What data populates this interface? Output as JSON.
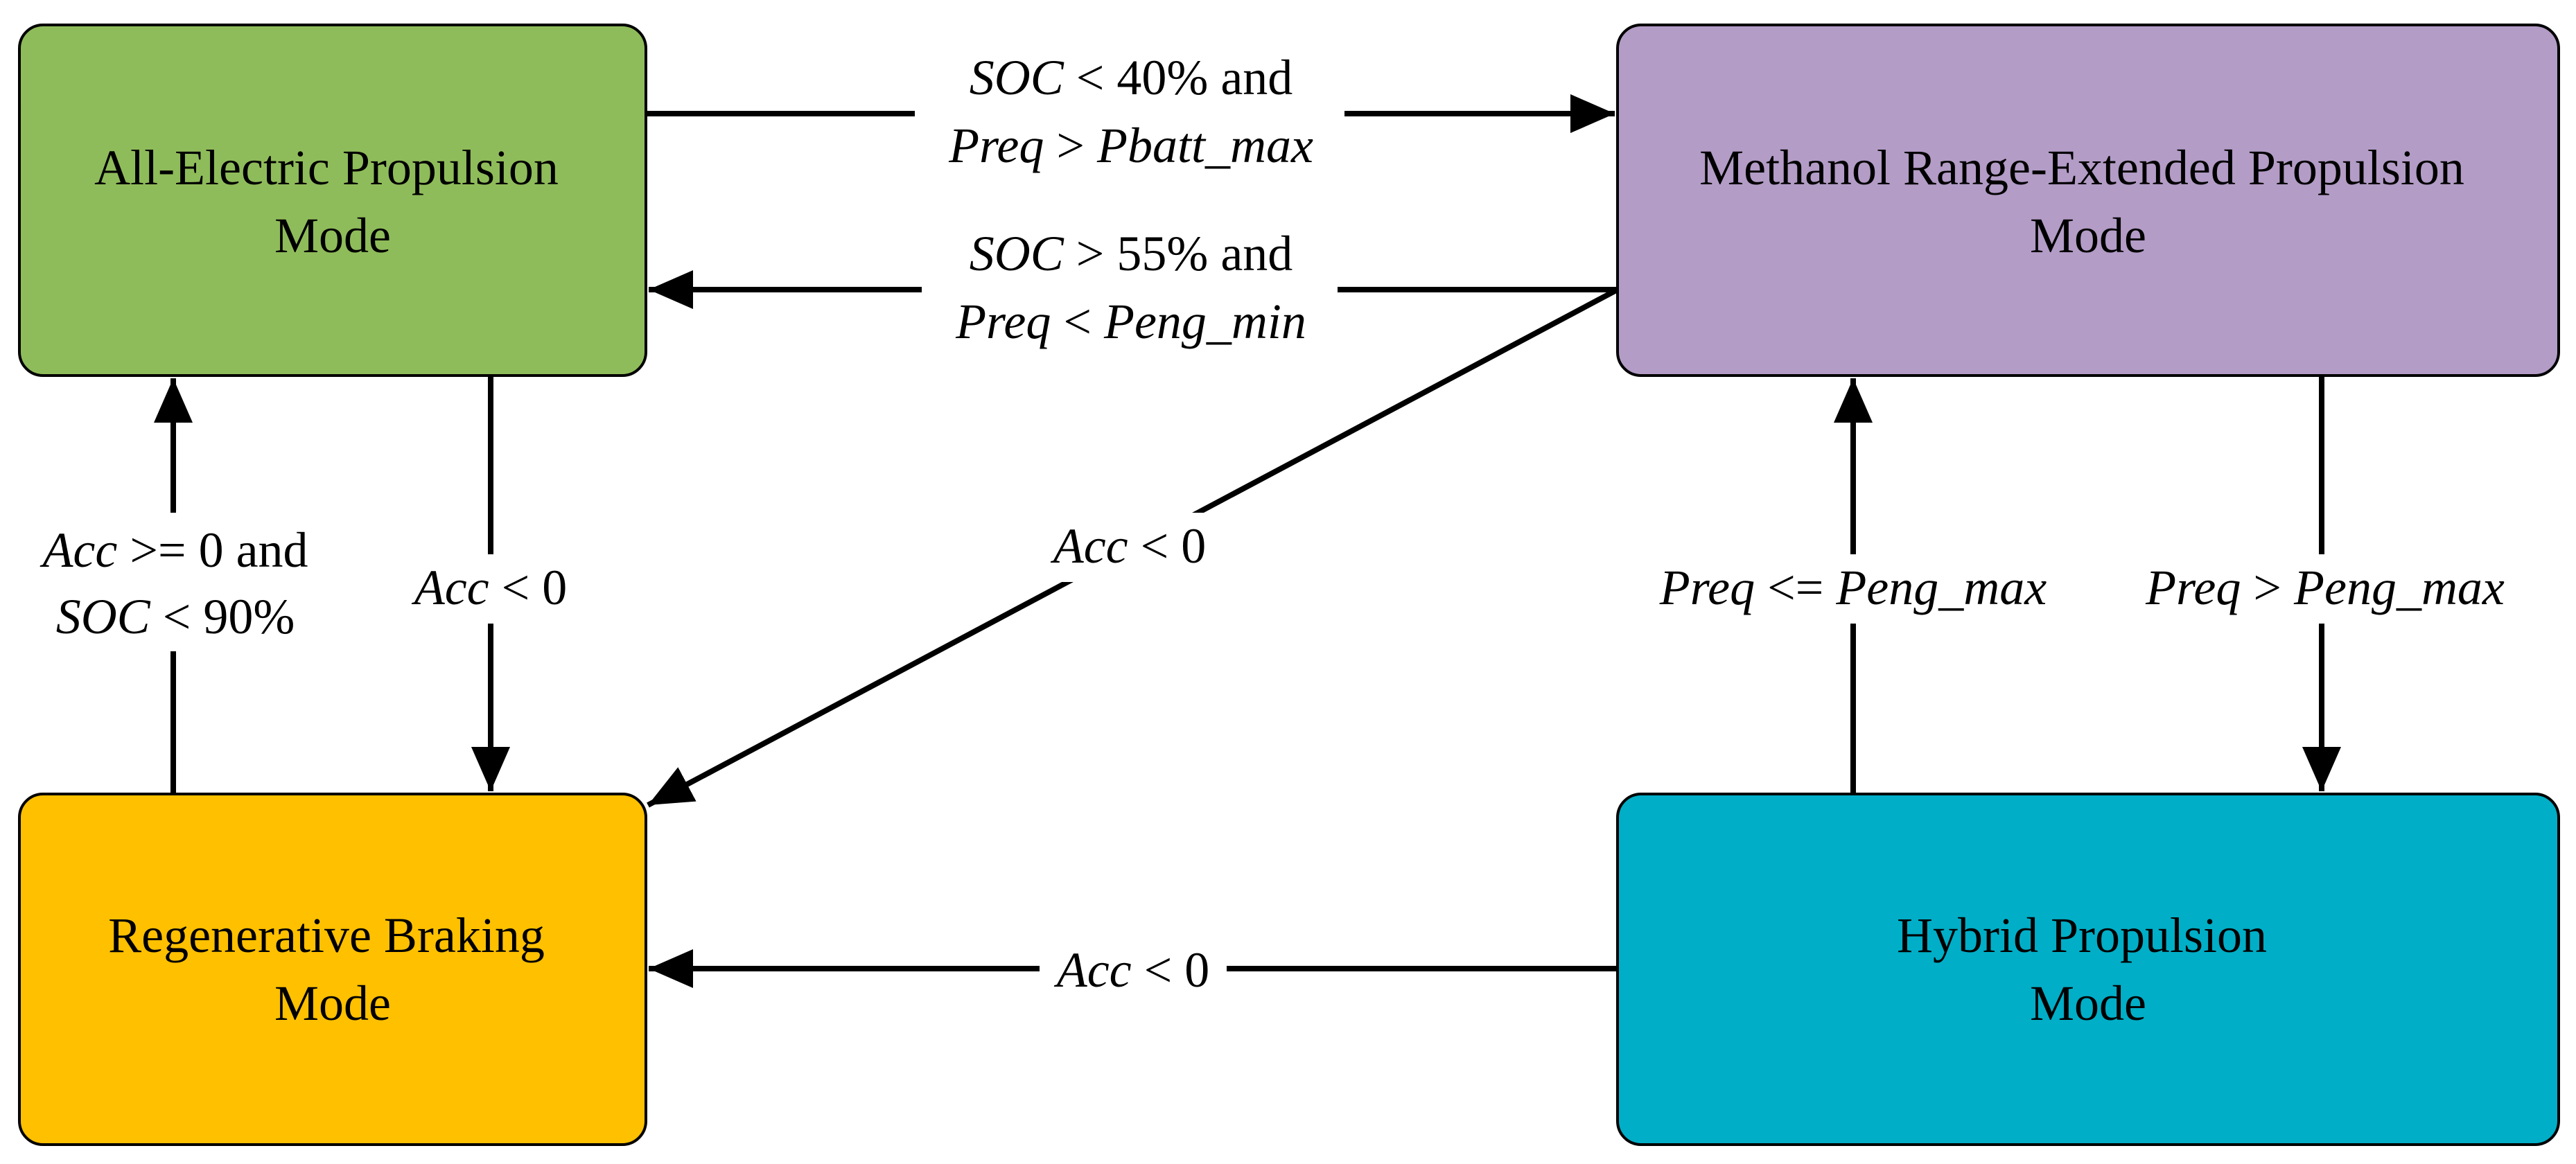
{
  "nodes": {
    "all_electric": {
      "line1": "All-Electric Propulsion",
      "line2": "Mode",
      "fill": "#8FBC5A"
    },
    "methanol": {
      "line1": "Methanol Range-Extended Propulsion",
      "line2": "Mode",
      "fill": "#B39CC6"
    },
    "regen": {
      "line1": "Regenerative Braking",
      "line2": "Mode",
      "fill": "#FFC000"
    },
    "hybrid": {
      "line1": "Hybrid Propulsion",
      "line2": "Mode",
      "fill": "#00AEC7"
    }
  },
  "edges": {
    "ae_to_meth": {
      "from": "All-Electric Propulsion Mode",
      "to": "Methanol Range-Extended Propulsion Mode",
      "line1": {
        "v1": "SOC",
        "rest": " < 40% and"
      },
      "line2": {
        "v1": "Preq",
        "op": " > ",
        "v2": "Pbatt_max"
      }
    },
    "meth_to_ae": {
      "from": "Methanol Range-Extended Propulsion Mode",
      "to": "All-Electric Propulsion Mode",
      "line1": {
        "v1": "SOC",
        "rest": " > 55% and"
      },
      "line2": {
        "v1": "Preq",
        "op": " < ",
        "v2": "Peng_min"
      }
    },
    "regen_to_ae": {
      "from": "Regenerative Braking Mode",
      "to": "All-Electric Propulsion Mode",
      "line1": {
        "v1": "Acc",
        "rest": " >= 0 and"
      },
      "line2": {
        "v1": "SOC",
        "rest": " < 90%"
      }
    },
    "ae_to_regen": {
      "from": "All-Electric Propulsion Mode",
      "to": "Regenerative Braking Mode",
      "label": {
        "v1": "Acc",
        "rest": " < 0"
      }
    },
    "meth_to_regen": {
      "from": "Methanol Range-Extended Propulsion Mode",
      "to": "Regenerative Braking Mode",
      "label": {
        "v1": "Acc",
        "rest": " < 0"
      }
    },
    "hybrid_to_meth": {
      "from": "Hybrid Propulsion Mode",
      "to": "Methanol Range-Extended Propulsion Mode",
      "label": {
        "v1": "Preq",
        "op": " <= ",
        "v2": "Peng_max"
      }
    },
    "meth_to_hybrid": {
      "from": "Methanol Range-Extended Propulsion Mode",
      "to": "Hybrid Propulsion Mode",
      "label": {
        "v1": "Preq",
        "op": " > ",
        "v2": "Peng_max"
      }
    },
    "hybrid_to_regen": {
      "from": "Hybrid Propulsion Mode",
      "to": "Regenerative Braking Mode",
      "label": {
        "v1": "Acc",
        "rest": " < 0"
      }
    }
  },
  "colors": {
    "line": "#000000",
    "node_border": "#000000",
    "background": "#FFFFFF"
  }
}
